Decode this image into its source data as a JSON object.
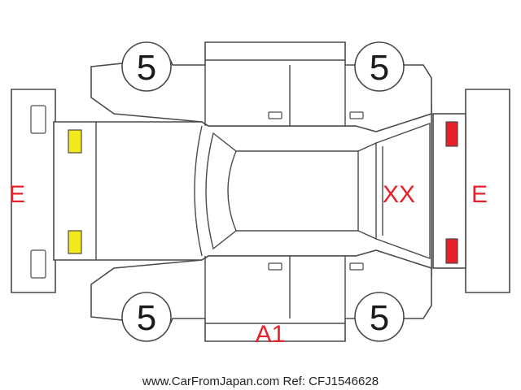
{
  "tires": {
    "front_left": "5",
    "front_right": "5",
    "rear_left": "5",
    "rear_right": "5"
  },
  "marks": {
    "front_bumper": "E",
    "rear_bumper": "E",
    "rear_window": "XX",
    "lower_rocker": "A1"
  },
  "footer": {
    "site": "www.CarFromJapan.com",
    "reference": "Ref: CFJ1546628"
  },
  "colors": {
    "damage_text": "#e8202a",
    "front_light": "#f2ea1c",
    "rear_light": "#e8202a",
    "outline": "#4a4a4a"
  }
}
